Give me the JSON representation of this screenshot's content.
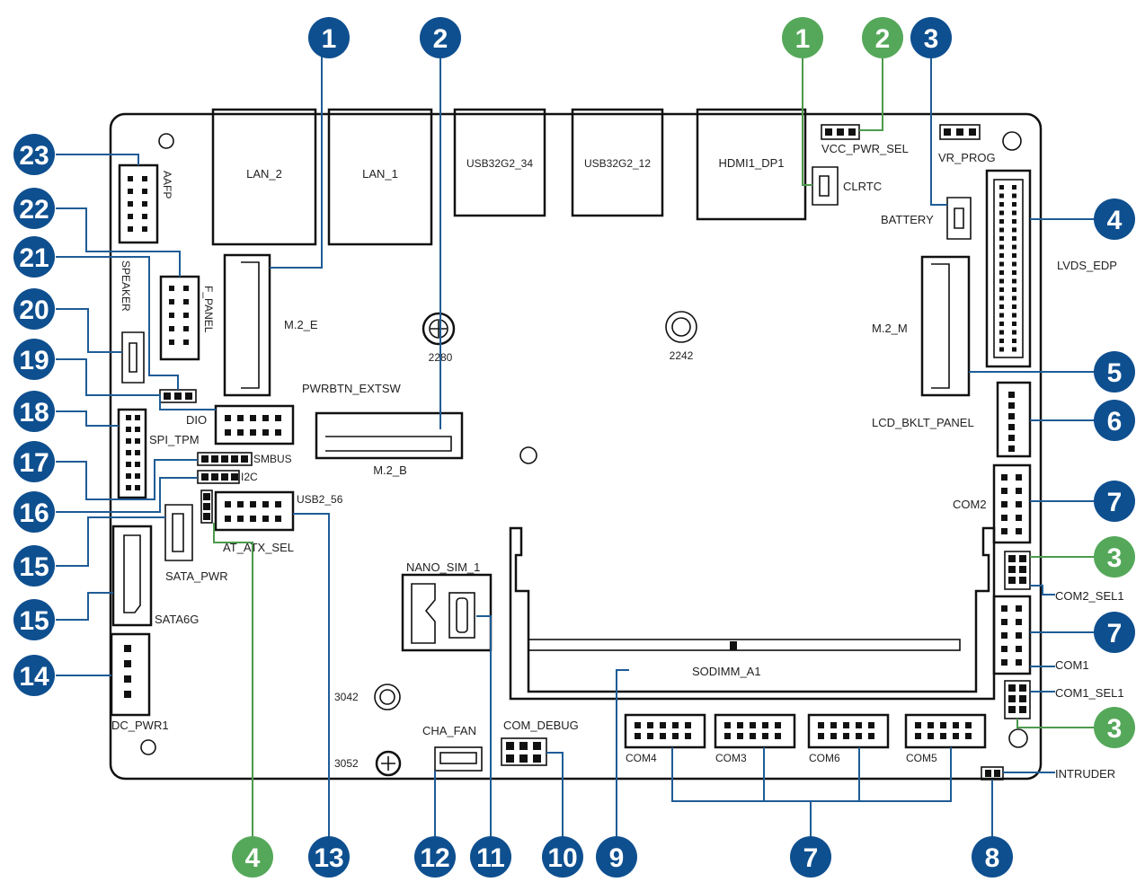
{
  "colors": {
    "callout_blue": "#0e4f8f",
    "callout_green": "#55a85a",
    "leader_blue": "#1e5c96",
    "leader_green": "#4d9a4d",
    "board_outline": "#111111"
  },
  "components": {
    "lan2": "LAN_2",
    "lan1": "LAN_1",
    "usb34": "USB32G2_34",
    "usb12": "USB32G2_12",
    "hdmi": "HDMI1_DP1",
    "vcc_pwr_sel": "VCC_PWR_SEL",
    "vr_prog": "VR_PROG",
    "clrtc": "CLRTC",
    "battery": "BATTERY",
    "lvds_edp": "LVDS_EDP",
    "aafp": "AAFP",
    "f_panel": "F_PANEL",
    "speaker": "SPEAKER",
    "m2_e": "M.2_E",
    "m2_m": "M.2_M",
    "hole_2280": "2280",
    "hole_2242": "2242",
    "pwrbtn_extsw": "PWRBTN_EXTSW",
    "dio": "DIO",
    "spi_tpm": "SPI_TPM",
    "m2_b": "M.2_B",
    "lcd_bklt_panel": "LCD_BKLT_PANEL",
    "smbus": "SMBUS",
    "i2c": "I2C",
    "usb2_56": "USB2_56",
    "at_atx_sel": "AT_ATX_SEL",
    "com2": "COM2",
    "sata_pwr": "SATA_PWR",
    "nano_sim": "NANO_SIM_1",
    "com2_sel1": "COM2_SEL1",
    "sata6g": "SATA6G",
    "com1": "COM1",
    "sodimm": "SODIMM_A1",
    "com1_sel1": "COM1_SEL1",
    "dc_pwr": "DC_PWR1",
    "hole_3042": "3042",
    "cha_fan": "CHA_FAN",
    "com_debug": "COM_DEBUG",
    "hole_3052": "3052",
    "com4": "COM4",
    "com3": "COM3",
    "com6": "COM6",
    "com5": "COM5",
    "intruder": "INTRUDER"
  },
  "callouts": {
    "top_1": "1",
    "top_2": "2",
    "top_g1": "1",
    "top_g2": "2",
    "top_3": "3",
    "right_4": "4",
    "right_5": "5",
    "right_6": "6",
    "right_7a": "7",
    "right_g3a": "3",
    "right_7b": "7",
    "right_g3b": "3",
    "left_23": "23",
    "left_22": "22",
    "left_21": "21",
    "left_20": "20",
    "left_19": "19",
    "left_18": "18",
    "left_17": "17",
    "left_16": "16",
    "left_15a": "15",
    "left_15b": "15",
    "left_14": "14",
    "bottom_g4": "4",
    "bottom_13": "13",
    "bottom_12": "12",
    "bottom_11": "11",
    "bottom_10": "10",
    "bottom_9": "9",
    "bottom_7": "7",
    "bottom_8": "8"
  }
}
